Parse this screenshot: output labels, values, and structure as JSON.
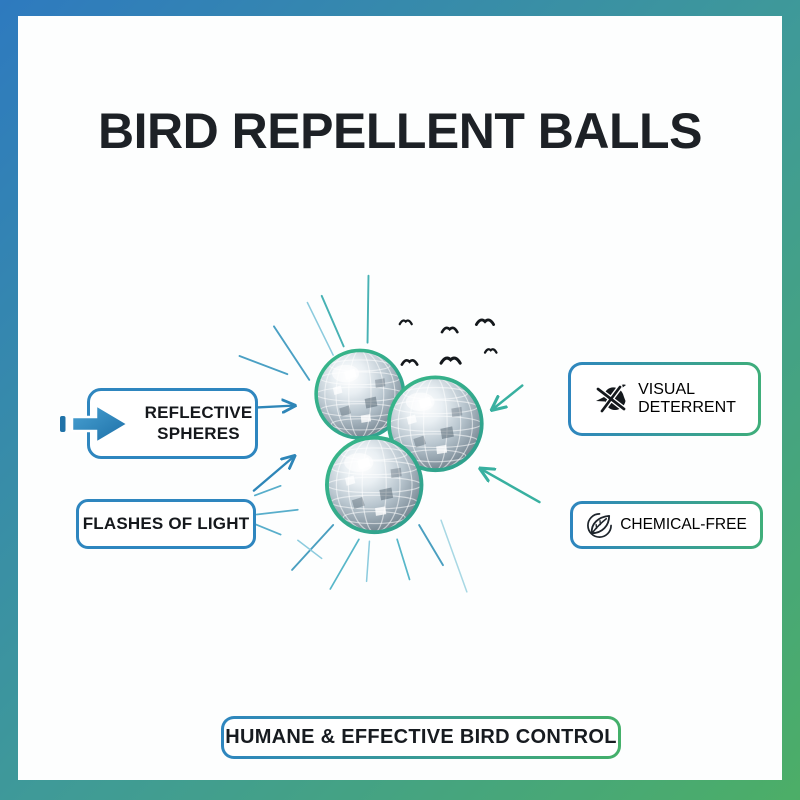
{
  "title": "BIRD REPELLENT BALLS",
  "callouts": {
    "reflective": {
      "line1": "REFLECTIVE",
      "line2": "SPHERES",
      "icon": "launch-arrow-icon"
    },
    "flashes": {
      "label": "FLASHES OF LIGHT"
    },
    "visual": {
      "line1": "VISUAL",
      "line2": "DETERRENT",
      "icon": "no-bird-icon"
    },
    "chemical": {
      "label": "CHEMICAL-FREE",
      "icon": "leaf-icon"
    }
  },
  "footer": {
    "label": "HUMANE & EFFECTIVE BIRD CONTROL"
  },
  "illustration": {
    "subject": "three mirrored disco-ball spheres with light rays",
    "bird_count": 6
  },
  "colors": {
    "frame_gradient_start": "#2e7abf",
    "frame_gradient_mid": "#3f9a98",
    "frame_gradient_end": "#4cae67",
    "accent_blue": "#2e86bf",
    "accent_green": "#3fae7a",
    "sphere_rim_green": "#35b487",
    "ray_teal": "#58aecb",
    "text_dark": "#1d2126"
  }
}
